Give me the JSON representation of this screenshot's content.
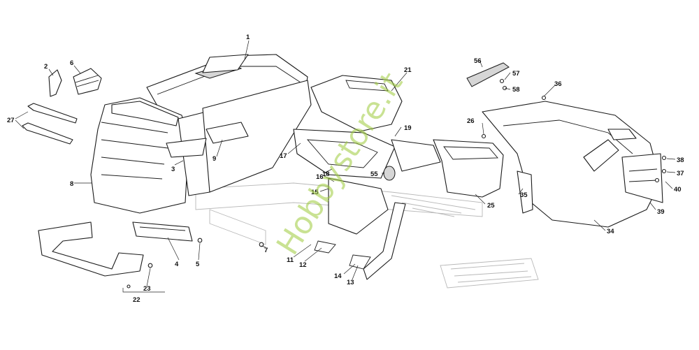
{
  "watermark": "Hobbystore.it",
  "callouts": [
    {
      "id": "1",
      "text": "1"
    },
    {
      "id": "2",
      "text": "2"
    },
    {
      "id": "3",
      "text": "3"
    },
    {
      "id": "4",
      "text": "4"
    },
    {
      "id": "5",
      "text": "5"
    },
    {
      "id": "6",
      "text": "6"
    },
    {
      "id": "7",
      "text": "7"
    },
    {
      "id": "8",
      "text": "8"
    },
    {
      "id": "9",
      "text": "9"
    },
    {
      "id": "11",
      "text": "11"
    },
    {
      "id": "12",
      "text": "12"
    },
    {
      "id": "13",
      "text": "13"
    },
    {
      "id": "14",
      "text": "14"
    },
    {
      "id": "15",
      "text": "15"
    },
    {
      "id": "16",
      "text": "16"
    },
    {
      "id": "17",
      "text": "17"
    },
    {
      "id": "18",
      "text": "18"
    },
    {
      "id": "19",
      "text": "19"
    },
    {
      "id": "21",
      "text": "21"
    },
    {
      "id": "22",
      "text": "22"
    },
    {
      "id": "23",
      "text": "23"
    },
    {
      "id": "25",
      "text": "25"
    },
    {
      "id": "26",
      "text": "26"
    },
    {
      "id": "27",
      "text": "27"
    },
    {
      "id": "34",
      "text": "34"
    },
    {
      "id": "35",
      "text": "35"
    },
    {
      "id": "36",
      "text": "36"
    },
    {
      "id": "37",
      "text": "37"
    },
    {
      "id": "38",
      "text": "38"
    },
    {
      "id": "39",
      "text": "39"
    },
    {
      "id": "40",
      "text": "40"
    },
    {
      "id": "55",
      "text": "55"
    },
    {
      "id": "56",
      "text": "56"
    },
    {
      "id": "57",
      "text": "57"
    },
    {
      "id": "58",
      "text": "58"
    }
  ]
}
